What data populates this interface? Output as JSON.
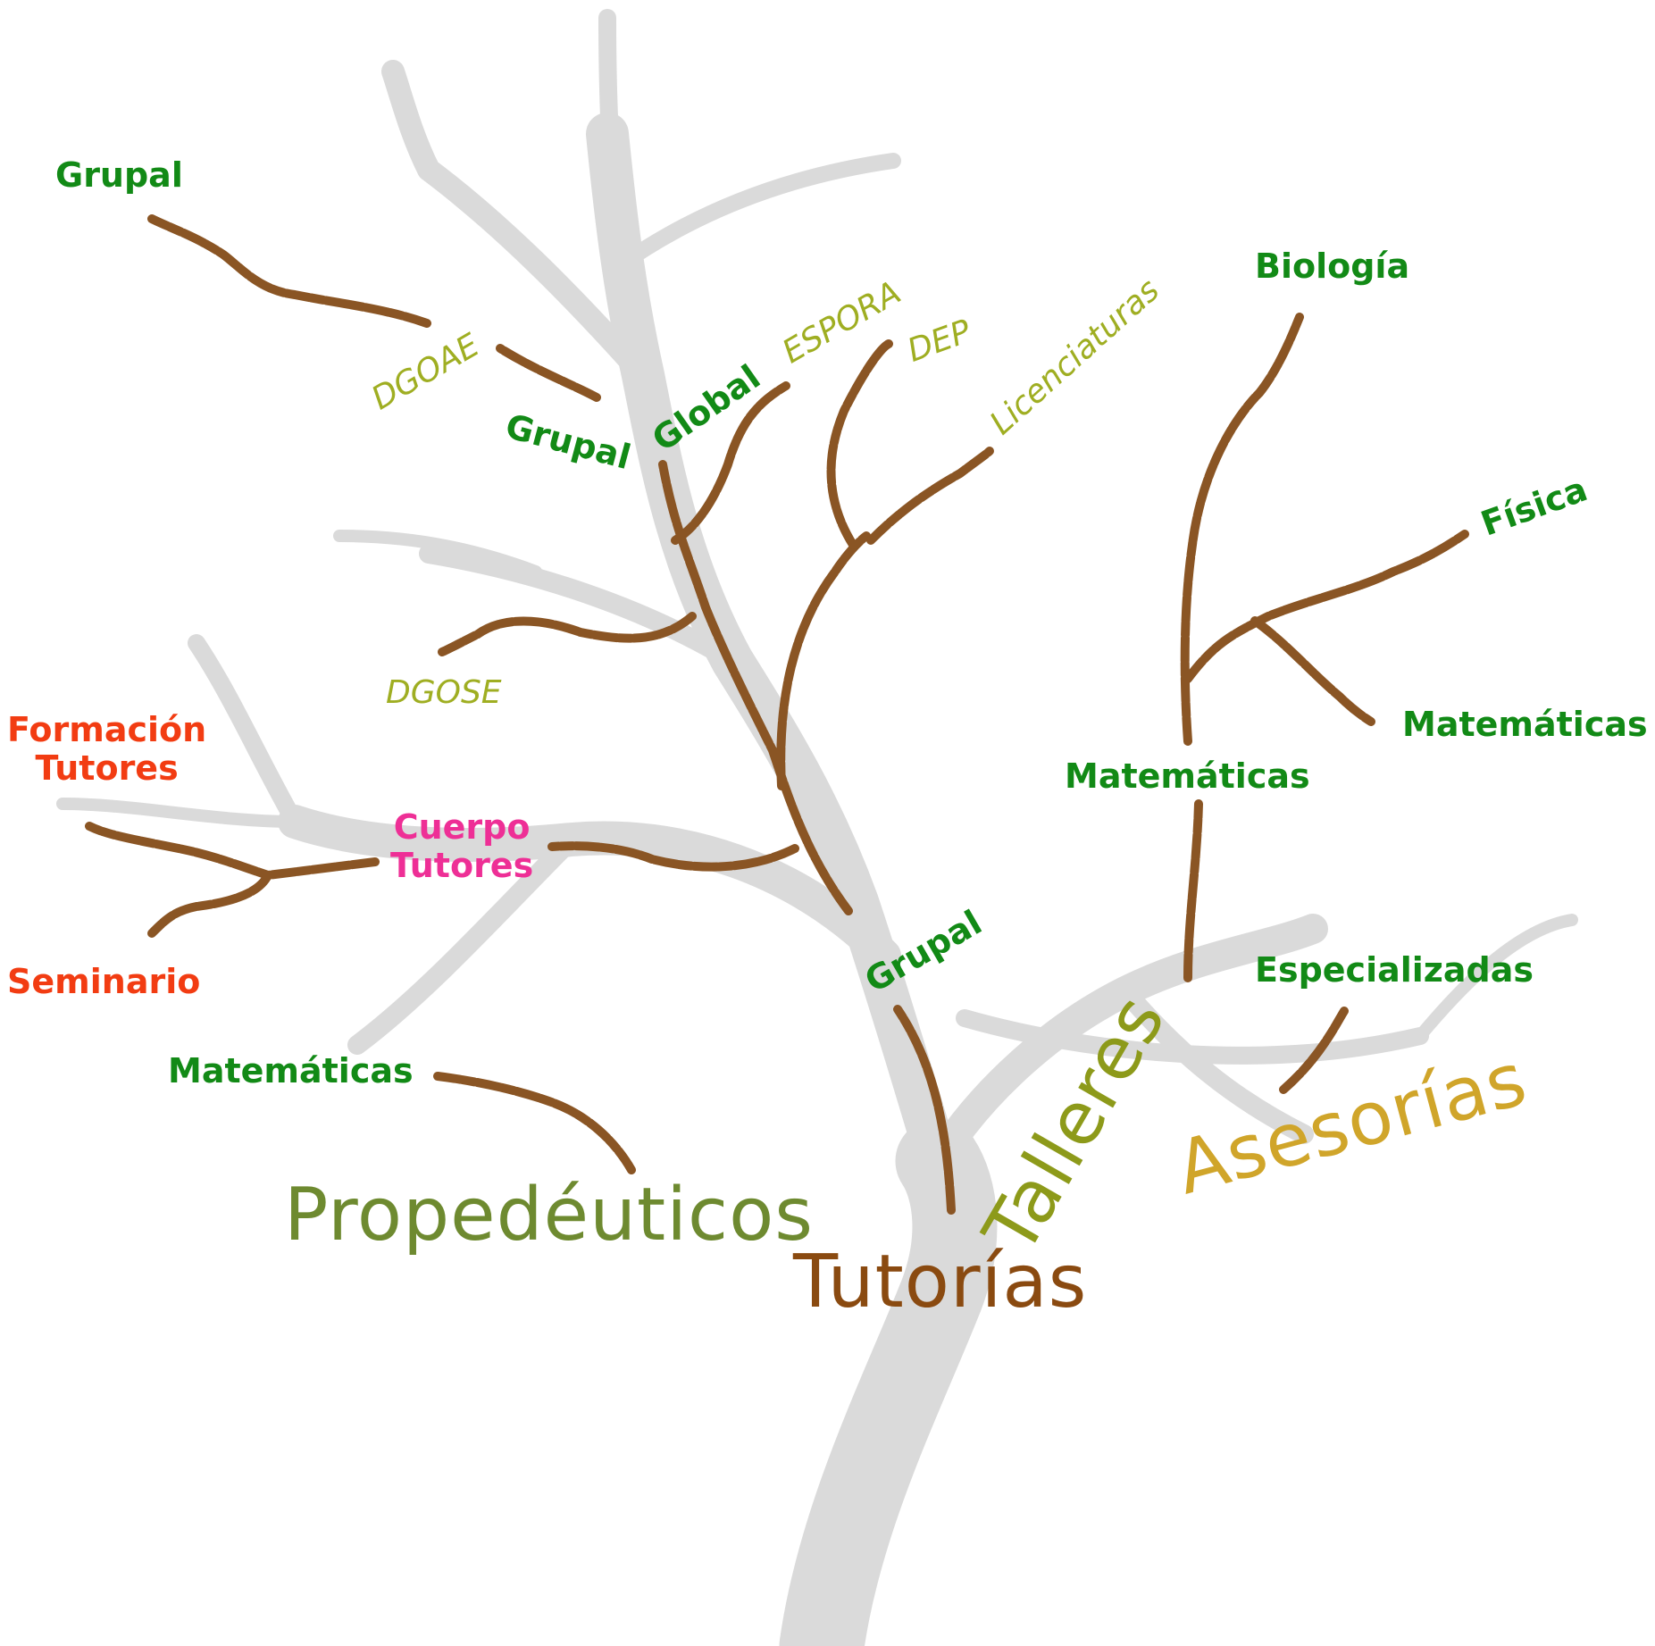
{
  "main": {
    "root": {
      "label": "Tutorías",
      "color": "#8a4a10"
    },
    "categories": {
      "propedeuticos": {
        "label": "Propedéuticos",
        "color": "#6e8a30"
      },
      "talleres": {
        "label": "Talleres",
        "color": "#8d9a1a"
      },
      "asesorias": {
        "label": "Asesorías",
        "color": "#d0a52a"
      }
    }
  },
  "propedeuticos": {
    "matematicas": "Matemáticas"
  },
  "tutorias": {
    "grupal": "Grupal",
    "cuerpo_tutores": [
      "Cuerpo",
      "Tutores"
    ],
    "formacion_tutores": [
      "Formación",
      "Tutores"
    ],
    "seminario": "Seminario",
    "dgose": "DGOSE",
    "dgoae": "DGOAE",
    "grupal_top_left": "Grupal",
    "grupal_middle": "Grupal",
    "global": "Global",
    "espora": "ESPORA",
    "dep": "DEP",
    "licenciaturas": "Licenciaturas"
  },
  "talleres": {
    "matematicas": "Matemáticas",
    "biologia": "Biología",
    "fisica": "Física",
    "matematicas_right": "Matemáticas"
  },
  "asesorias": {
    "especializadas": "Especializadas"
  },
  "colors": {
    "branch": "#8a5524",
    "silhouette": "#dadada",
    "green_label": "#128a16",
    "olive_label": "#9fae22",
    "red_label": "#f23c12",
    "pink_label": "#ee2f96"
  }
}
